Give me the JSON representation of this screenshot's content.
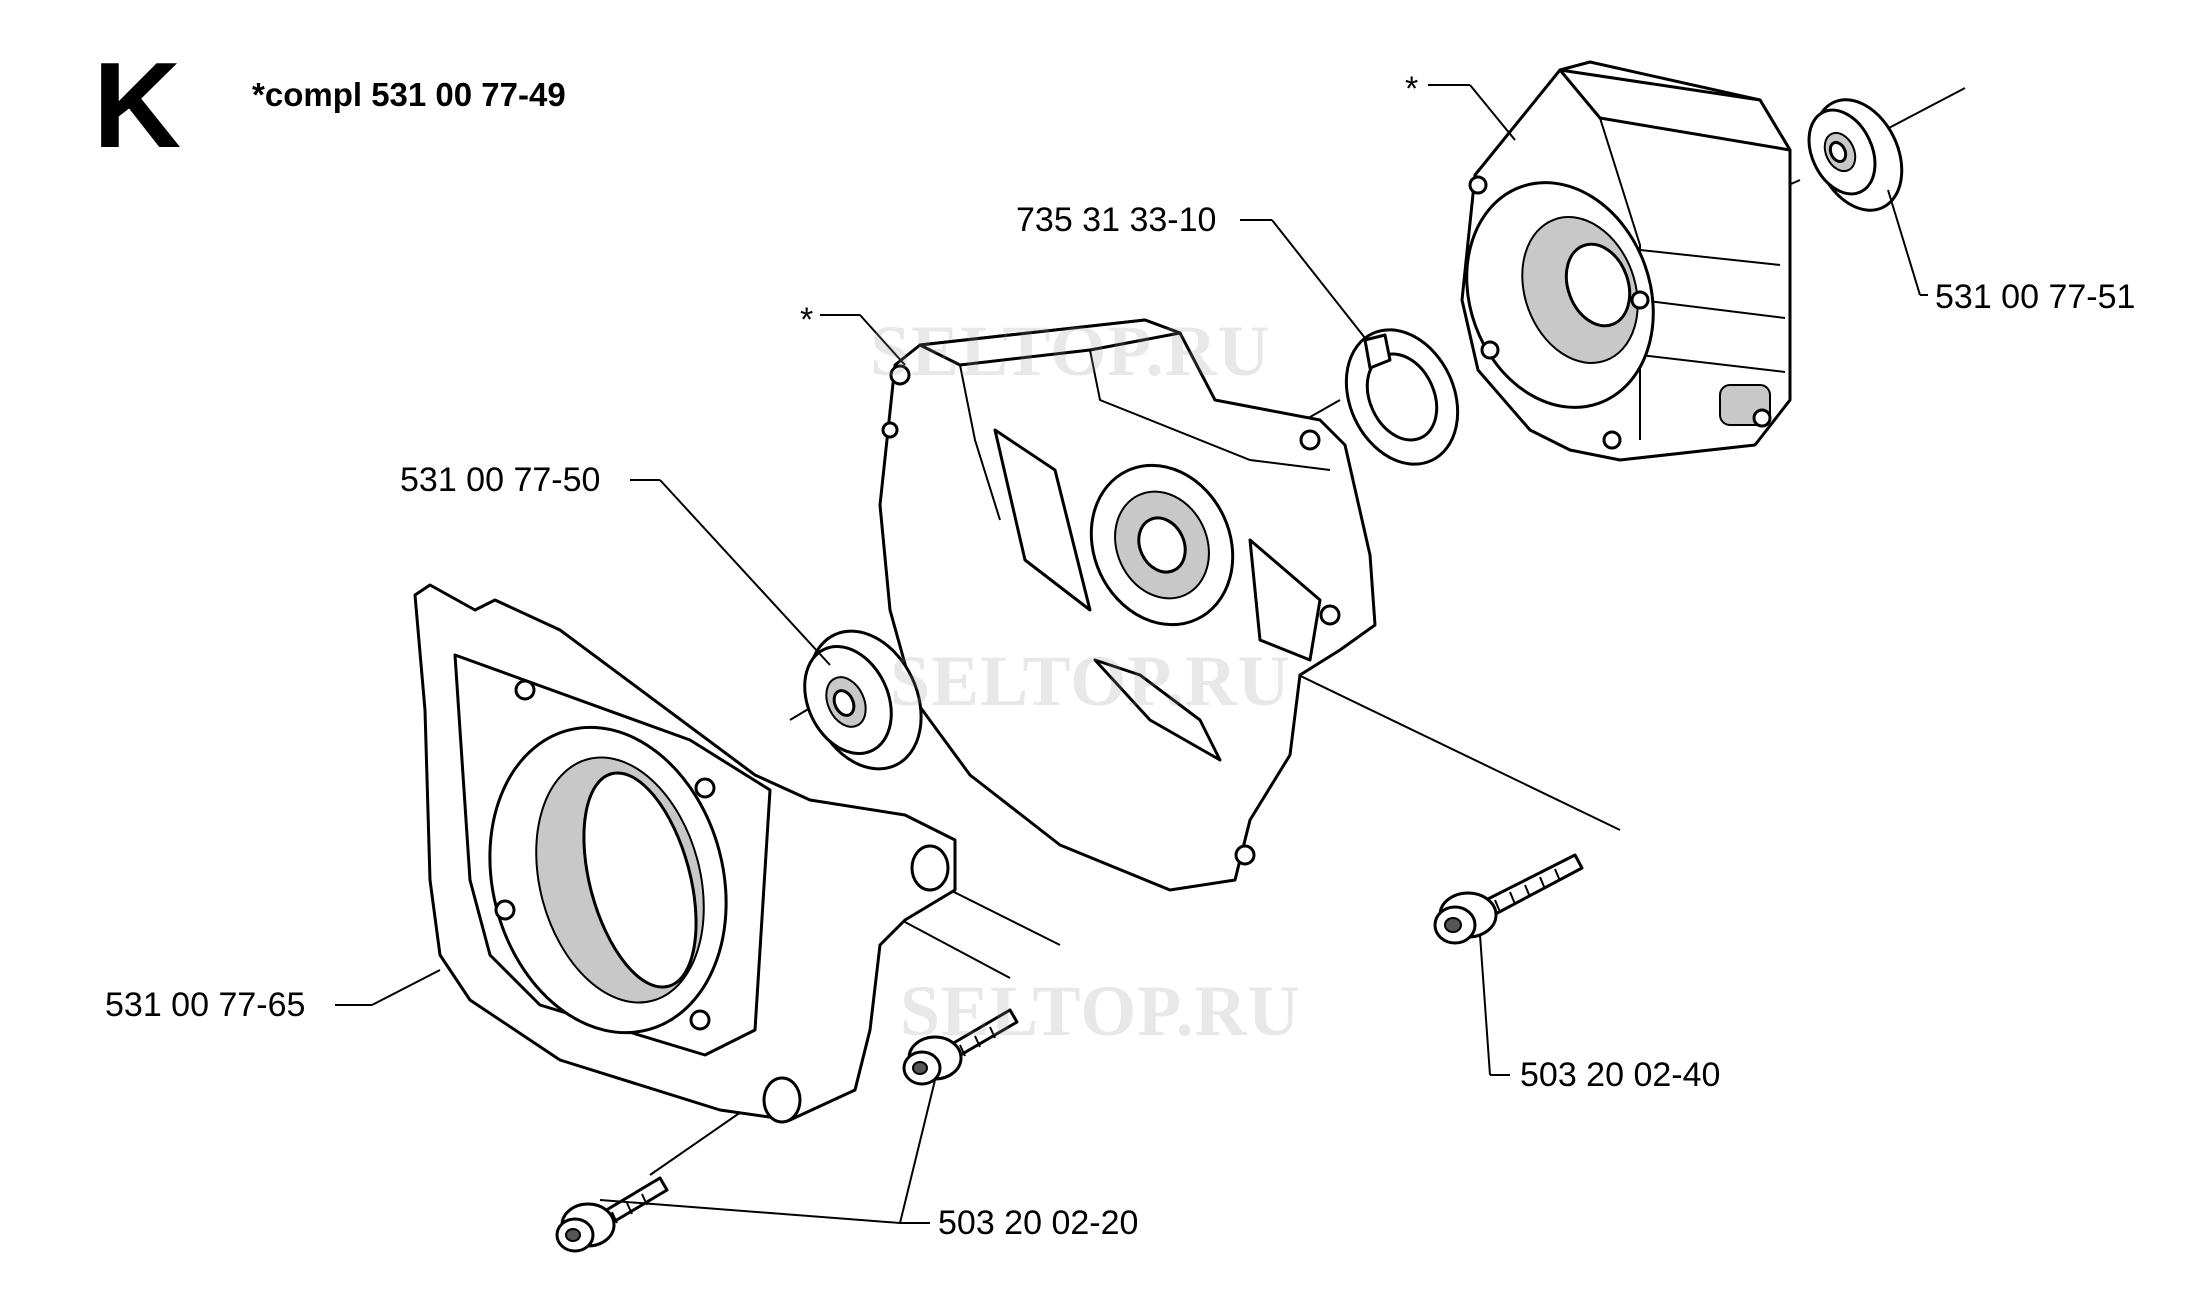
{
  "header": {
    "section_letter": "K",
    "compl_title": "*compl 531 00 77-49"
  },
  "callouts": {
    "cover_right_star": "*",
    "crankcase_star": "*",
    "seal_right": "531 00 77-51",
    "circlip": "735 31 33-10",
    "seal_left": "531 00 77-50",
    "cover_left": "531 00 77-65",
    "bolt_long": "503 20 02-40",
    "bolt_short": "503 20 02-20"
  },
  "watermark": "SELTOP.RU"
}
